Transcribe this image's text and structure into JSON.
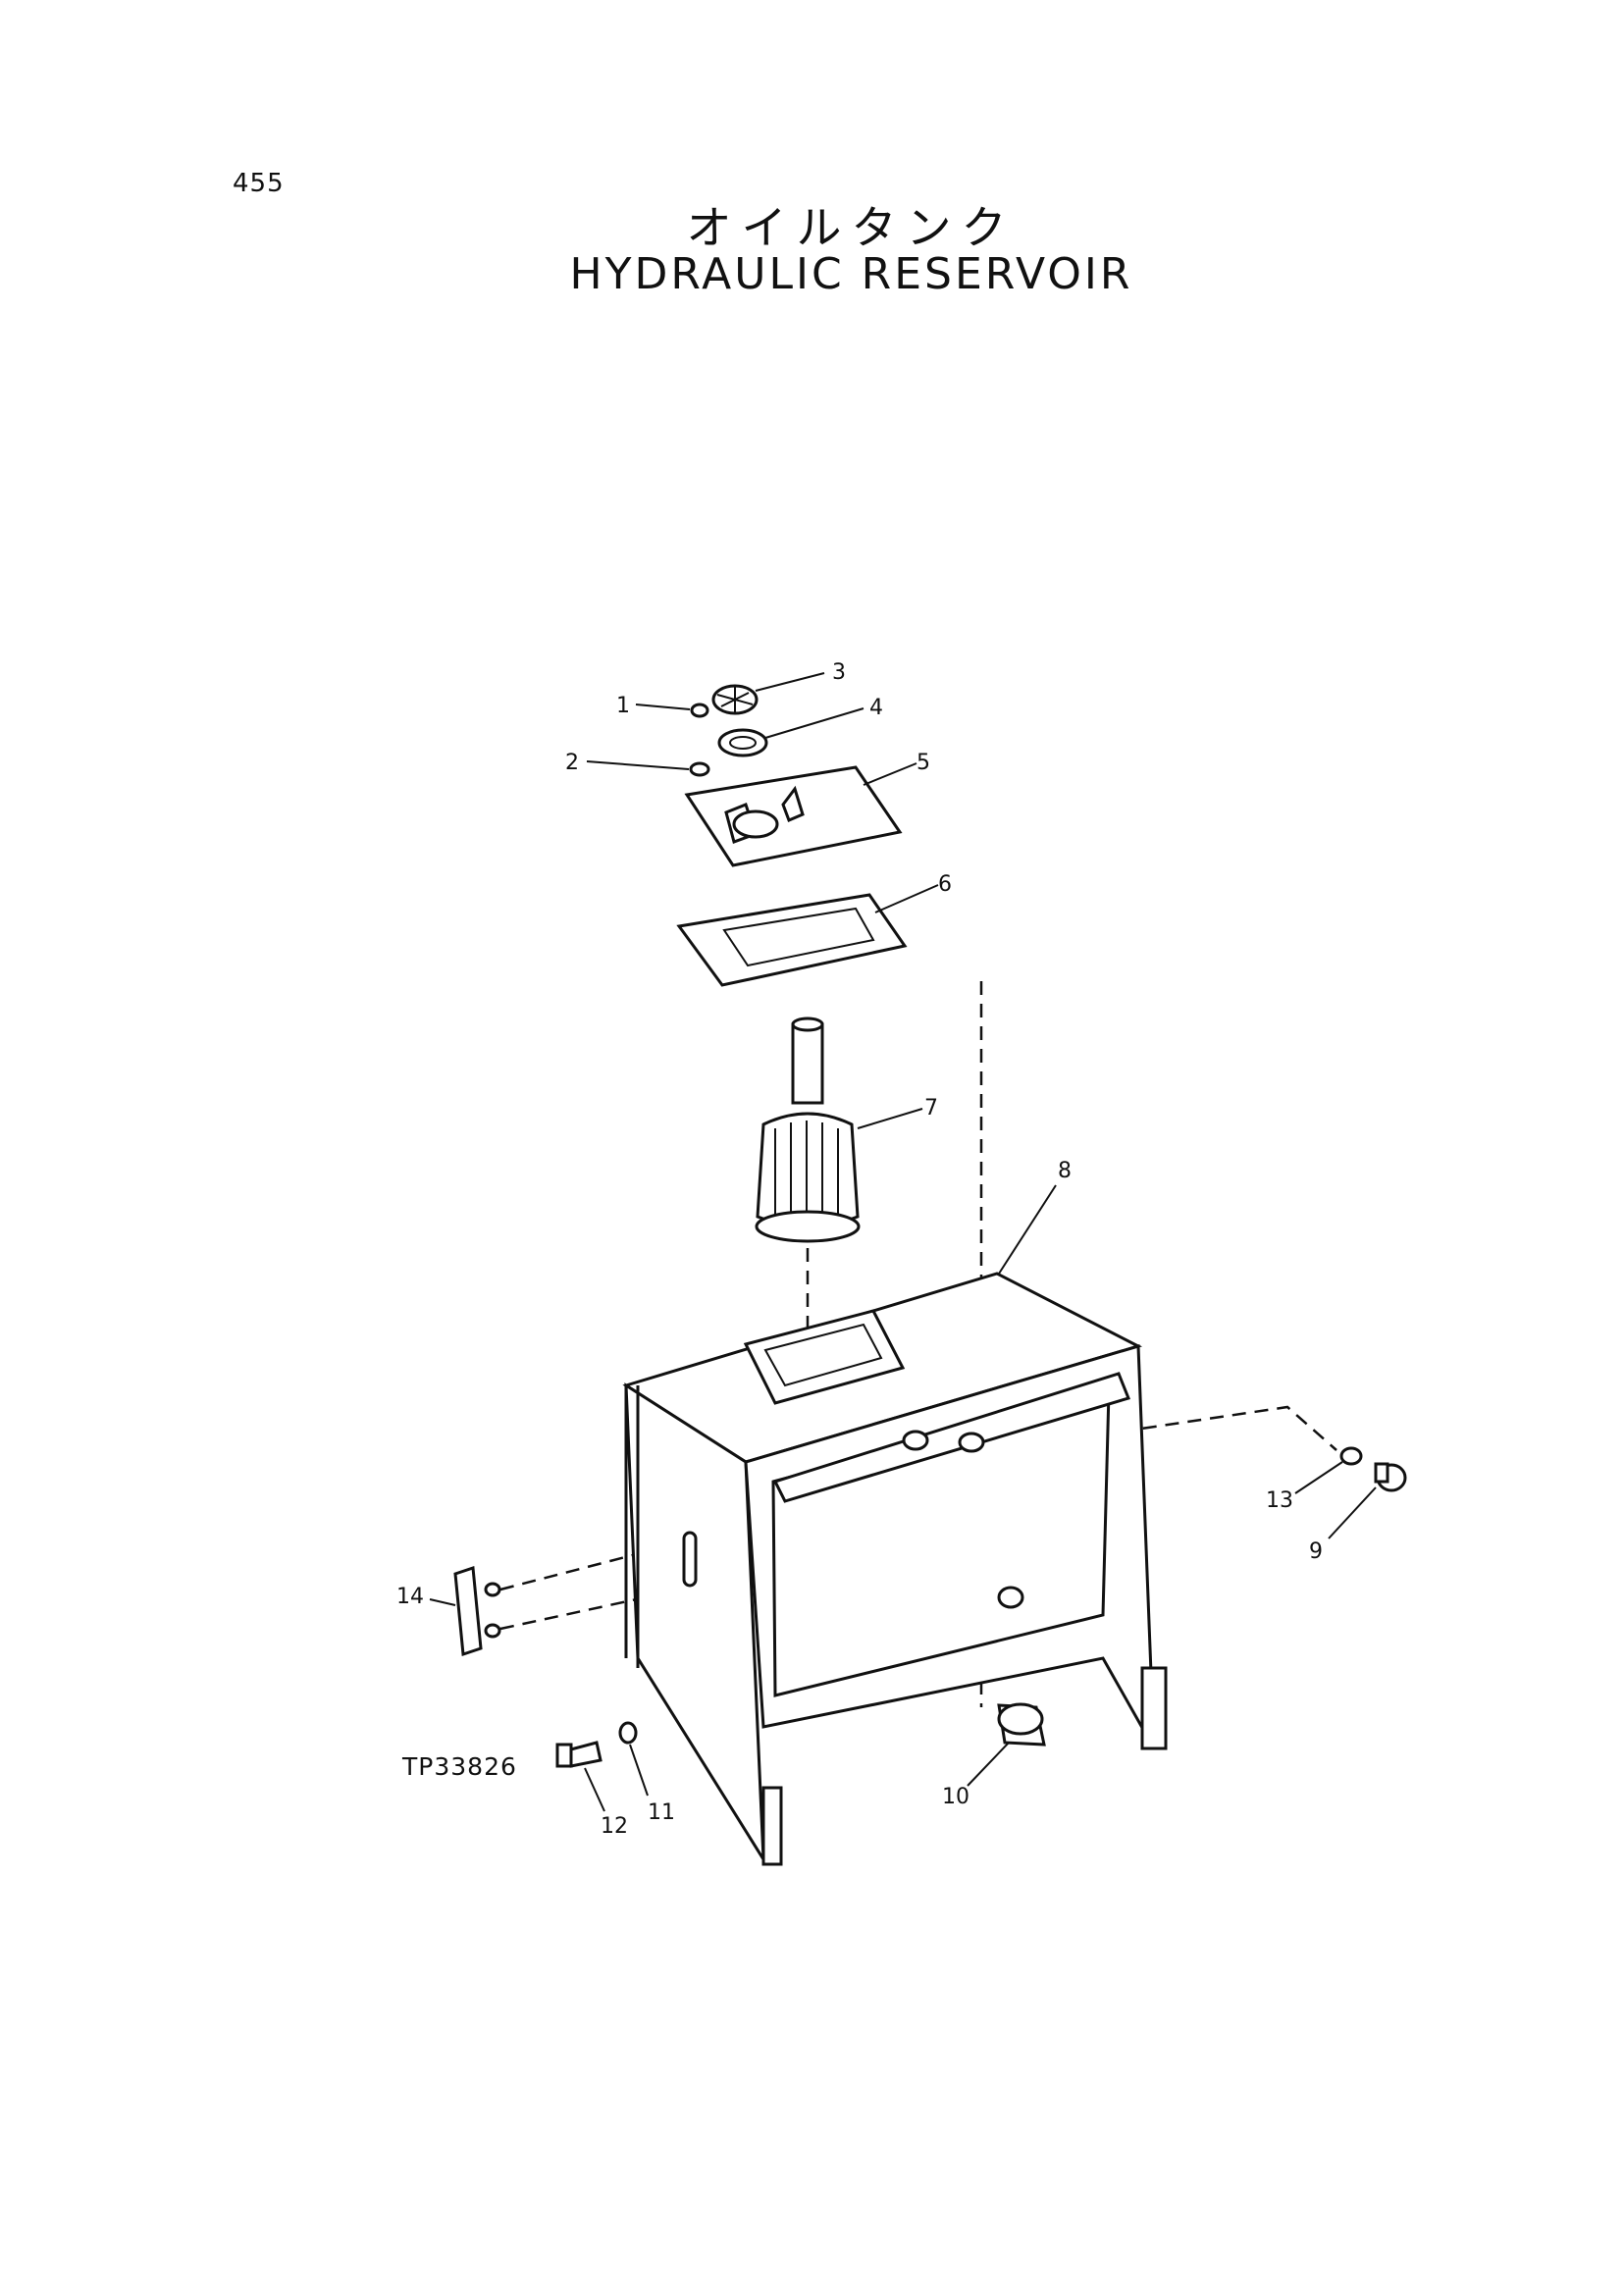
{
  "page": {
    "page_number": "455",
    "title_jp": "オイルタンク",
    "title_en": "HYDRAULIC RESERVOIR",
    "drawing_code": "TP33826"
  },
  "callouts": [
    "1",
    "2",
    "3",
    "4",
    "5",
    "6",
    "7",
    "8",
    "9",
    "10",
    "11",
    "12",
    "13",
    "14"
  ]
}
